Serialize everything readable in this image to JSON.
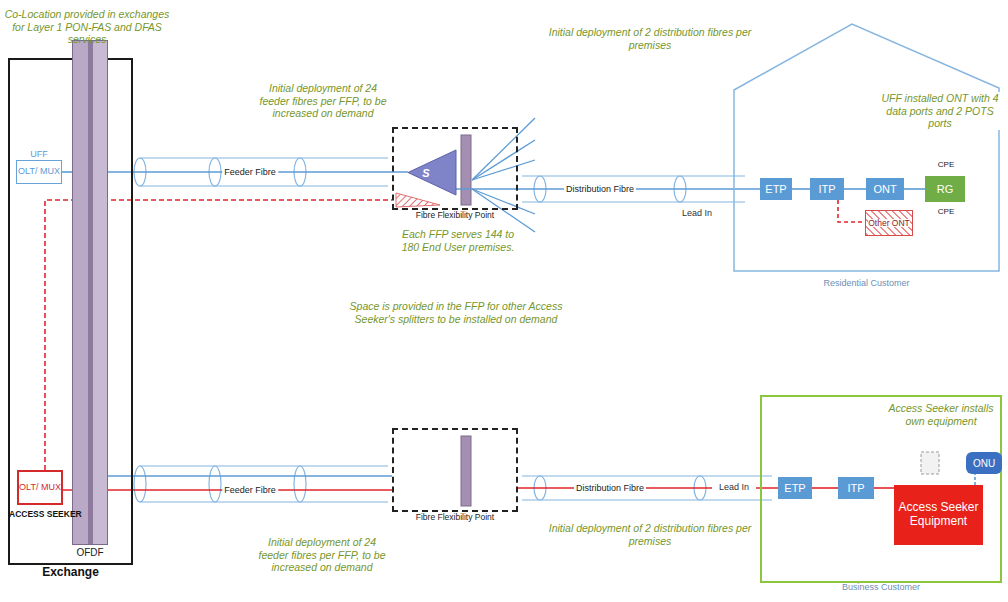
{
  "diagram": {
    "nodes": [
      {
        "text": [
          "Exchange"
        ]
      },
      {
        "text": [
          "UFF",
          "OLT/ MUX"
        ],
        "in": 0
      },
      {
        "text": [
          "OFDF"
        ],
        "in": 0
      },
      {
        "text": [
          "OLT/ MUX",
          "ACCESS SEEKER"
        ],
        "in": 0
      },
      {
        "text": [
          "Fibre Flexibility Point"
        ]
      },
      {
        "text": [
          "S"
        ],
        "in": 4
      },
      {
        "text": [
          "Residential Customer"
        ]
      },
      {
        "text": [
          "ETP"
        ],
        "in": 6
      },
      {
        "text": [
          "ITP"
        ],
        "in": 6
      },
      {
        "text": [
          "ONT"
        ],
        "in": 6
      },
      {
        "text": [
          "Other ONT"
        ],
        "in": 6
      },
      {
        "text": [
          "RG"
        ],
        "in": 6
      },
      {
        "text": [
          "Fibre Flexibility Point"
        ]
      },
      {
        "text": [
          "Business Customer"
        ]
      },
      {
        "text": [
          "ETP"
        ],
        "in": 13
      },
      {
        "text": [
          "ITP"
        ],
        "in": 13
      },
      {
        "text": [
          "Access Seeker Equipment"
        ],
        "in": 13
      },
      {
        "text": [
          "ONU"
        ],
        "in": 13
      }
    ],
    "edges": [
      {
        "from": 1,
        "to": 2,
        "arrow": "none"
      },
      {
        "from": 2,
        "to": 5,
        "label": "Feeder Fibre",
        "arrow": "none"
      },
      {
        "from": 5,
        "to": 7,
        "label": "Distribution Fibre",
        "arrow": "none"
      },
      {
        "from": 7,
        "to": 8,
        "arrow": "none"
      },
      {
        "from": 8,
        "to": 9,
        "arrow": "none"
      },
      {
        "from": 9,
        "to": 11,
        "arrow": "none"
      },
      {
        "from": 3,
        "to": 4,
        "arrow": "none"
      },
      {
        "from": 8,
        "to": 10,
        "arrow": "none"
      },
      {
        "from": 3,
        "to": 12,
        "label": "Feeder Fibre",
        "arrow": "none"
      },
      {
        "from": 2,
        "to": 12,
        "arrow": "none"
      },
      {
        "from": 12,
        "to": 14,
        "label": "Distribution Fibre",
        "arrow": "none"
      },
      {
        "from": 14,
        "to": 15,
        "arrow": "none"
      },
      {
        "from": 15,
        "to": 16,
        "arrow": "none"
      },
      {
        "from": 16,
        "to": 17,
        "arrow": "none"
      }
    ],
    "labels": [
      "Co-Location provided in exchanges for Layer 1 PON-FAS and DFAS services",
      "Initial deployment of 24 feeder fibres per FFP, to be increased on demand",
      "Initial deployment of 2 distribution fibres per premises",
      "UFF installed ONT with 4 data ports and 2 POTS ports",
      "Lead In",
      "CPE",
      "CPE",
      "Each FFP serves 144 to 180 End User premises.",
      "Space is provided in the FFP for other Access Seeker's splitters to be installed on demand",
      "Access Seeker installs own equipment",
      "Lead In",
      "Initial deployment of 2 distribution fibres per premises",
      "Initial deployment of 24 feeder fibres per FFP, to be increased on demand"
    ]
  }
}
